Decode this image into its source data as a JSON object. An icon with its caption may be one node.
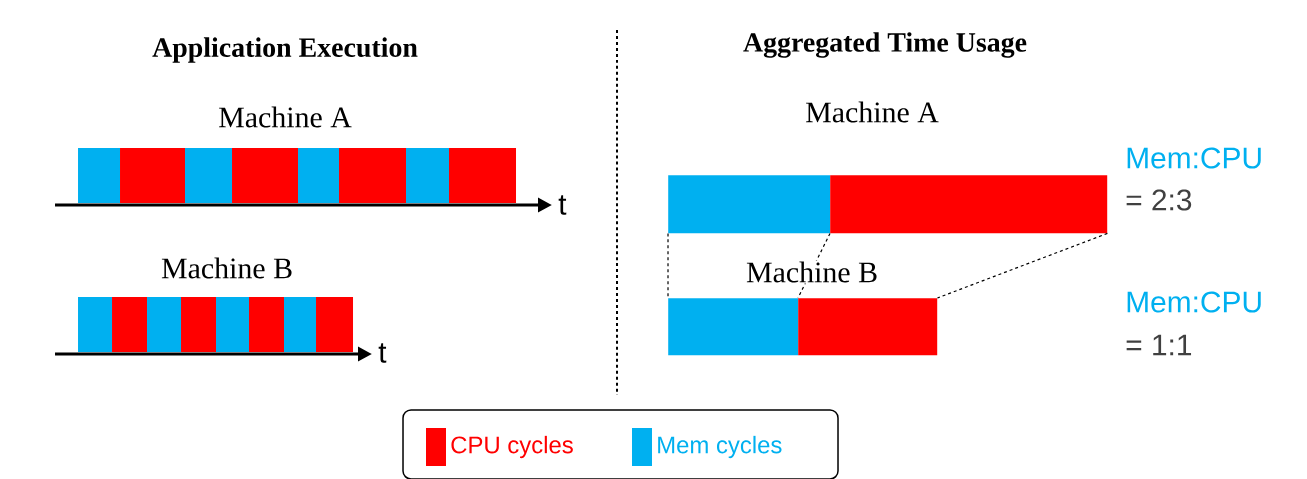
{
  "diagram": {
    "nodes": [
      {
        "text": [],
        "shape": "bar"
      },
      {
        "text": [],
        "shape": "bar"
      },
      {
        "text": [],
        "shape": "bar"
      },
      {
        "text": [],
        "shape": "bar"
      }
    ],
    "edges": [
      {
        "from": 0,
        "to": 2,
        "arrow": "none",
        "style": "dashed"
      },
      {
        "from": 1,
        "to": 3,
        "arrow": "none",
        "style": "dashed"
      },
      {
        "from": 1,
        "to": 3,
        "arrow": "none",
        "style": "dashed"
      }
    ],
    "labels": [
      "Application Execution",
      "Aggregated Time Usage",
      "Machine A",
      "Machine A",
      "t",
      "Mem:CPU",
      "= 2:3",
      "Machine B",
      "Machine B",
      "t",
      "Mem:CPU",
      "= 1:1"
    ],
    "legend": [
      {
        "text": "CPU cycles",
        "color": "#ff0000"
      },
      {
        "text": "Mem cycles",
        "color": "#00b0f0"
      }
    ]
  }
}
